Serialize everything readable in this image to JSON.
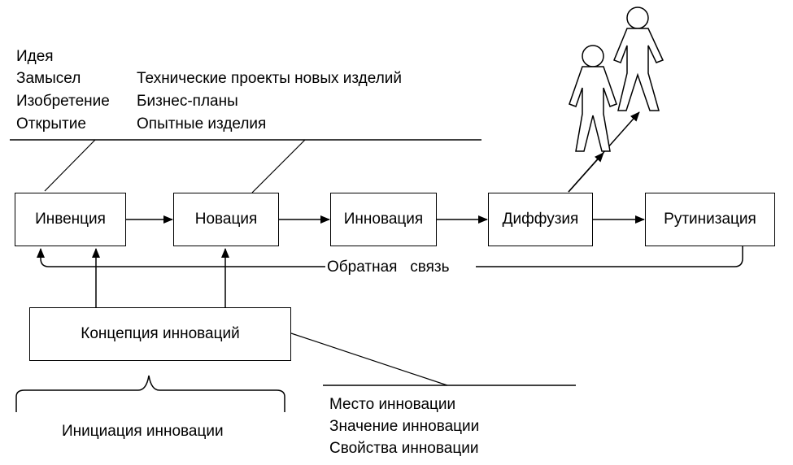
{
  "top_left_labels": [
    "Идея",
    "Замысел",
    "Изобретение",
    "Открытие"
  ],
  "top_right_labels": [
    "Технические проекты  новых изделий",
    "Бизнес-планы",
    "Опытные изделия"
  ],
  "stages": [
    "Инвенция",
    "Новация",
    "Инновация",
    "Диффузия",
    "Рутинизация"
  ],
  "feedback_label": "Обратная   связь",
  "concept_box": "Концепция инноваций",
  "initiation_label": "Инициация инновации",
  "concept_notes": [
    "Место инновации",
    "Значение инновации",
    "Свойства инновации"
  ],
  "icons": {
    "people": "person-icon"
  }
}
